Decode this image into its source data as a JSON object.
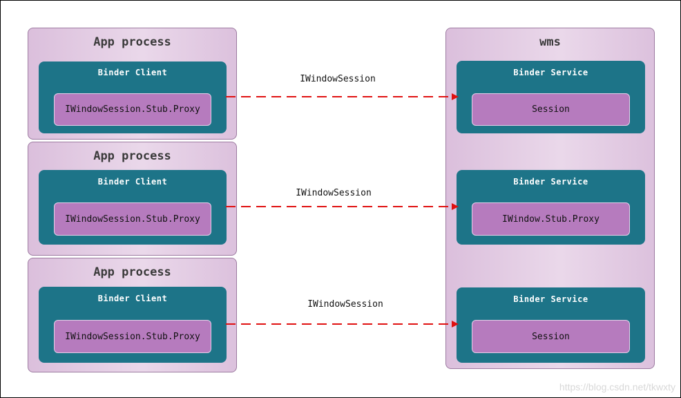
{
  "app_processes": [
    {
      "title": "App process",
      "binder_label": "Binder Client",
      "object": "IWindowSession.Stub.Proxy"
    },
    {
      "title": "App process",
      "binder_label": "Binder Client",
      "object": "IWindowSession.Stub.Proxy"
    },
    {
      "title": "App process",
      "binder_label": "Binder Client",
      "object": "IWindowSession.Stub.Proxy"
    }
  ],
  "wms": {
    "title": "wms",
    "services": [
      {
        "binder_label": "Binder Service",
        "object": "Session"
      },
      {
        "binder_label": "Binder Service",
        "object": "IWindow.Stub.Proxy"
      },
      {
        "binder_label": "Binder Service",
        "object": "Session"
      }
    ]
  },
  "connections": [
    {
      "label": "IWindowSession"
    },
    {
      "label": "IWindowSession"
    },
    {
      "label": "IWindowSession"
    }
  ],
  "colors": {
    "process_bg": "#e0c8e1",
    "binder_bg": "#1d7488",
    "object_bg": "#b67bbe",
    "arrow": "#e01010"
  },
  "watermark": "https://blog.csdn.net/tkwxty"
}
